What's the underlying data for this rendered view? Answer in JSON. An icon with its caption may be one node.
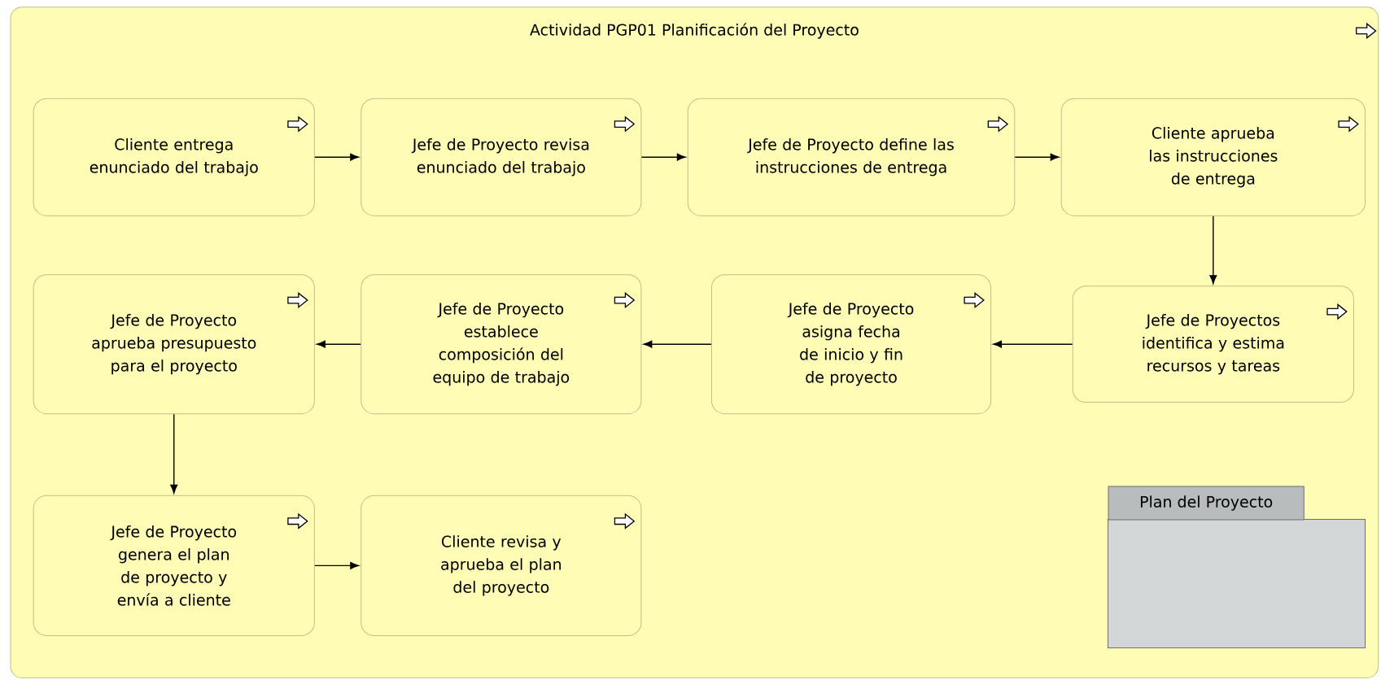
{
  "diagram": {
    "nodes": [
      {
        "text": [
          "Actividad PGP01 Planificación del Proyecto"
        ]
      },
      {
        "text": [
          "Cliente entrega enunciado del trabajo"
        ],
        "in": 0
      },
      {
        "text": [
          "Jefe de Proyecto revisa enunciado del trabajo"
        ],
        "in": 0
      },
      {
        "text": [
          "Jefe de Proyecto define las instrucciones de entrega"
        ],
        "in": 0
      },
      {
        "text": [
          "Cliente aprueba las instrucciones de entrega"
        ],
        "in": 0
      },
      {
        "text": [
          "Jefe de Proyectos identifica y estima recursos y tareas"
        ],
        "in": 0
      },
      {
        "text": [
          "Jefe de Proyecto asigna fecha de inicio y fin de proyecto"
        ],
        "in": 0
      },
      {
        "text": [
          "Jefe de Proyecto establece composición del equipo de trabajo"
        ],
        "in": 0
      },
      {
        "text": [
          "Jefe de Proyecto aprueba presupuesto para el proyecto"
        ],
        "in": 0
      },
      {
        "text": [
          "Jefe de Proyecto genera el plan de proyecto y envía a cliente"
        ],
        "in": 0
      },
      {
        "text": [
          "Cliente revisa y aprueba el plan del proyecto"
        ],
        "in": 0
      },
      {
        "text": [
          "Plan del Proyecto"
        ],
        "in": 0
      }
    ],
    "edges": [
      {
        "from": 1,
        "to": 2,
        "arrow": "to"
      },
      {
        "from": 2,
        "to": 3,
        "arrow": "to"
      },
      {
        "from": 3,
        "to": 4,
        "arrow": "to"
      },
      {
        "from": 4,
        "to": 5,
        "arrow": "to"
      },
      {
        "from": 5,
        "to": 6,
        "arrow": "to"
      },
      {
        "from": 6,
        "to": 7,
        "arrow": "to"
      },
      {
        "from": 7,
        "to": 8,
        "arrow": "to"
      },
      {
        "from": 8,
        "to": 9,
        "arrow": "to"
      },
      {
        "from": 9,
        "to": 10,
        "arrow": "to"
      }
    ]
  }
}
